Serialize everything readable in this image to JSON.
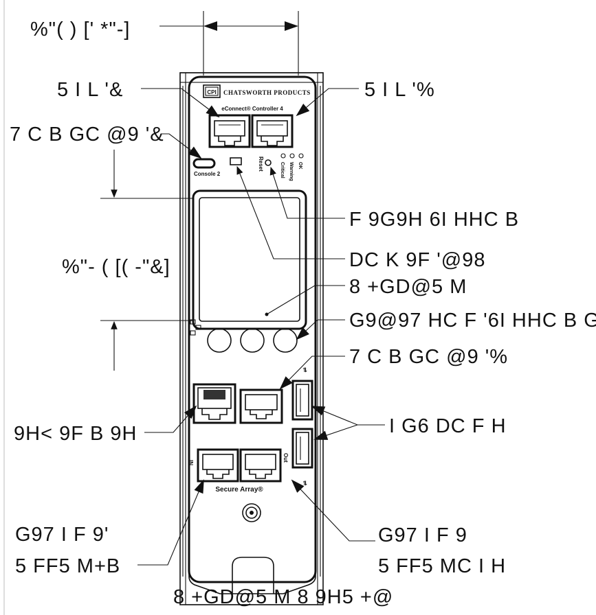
{
  "dimensions": {
    "top_width": "%\"( ) [' *\"-]",
    "display_height": "%\"- ( [( -\"&]"
  },
  "callouts": {
    "port1": "5 I L '&",
    "port2": "5 I L '%",
    "console1": "7 C B GC @9 '&",
    "reset_button": "F 9G9H 6I HHC B",
    "power_led": "DC K 9F '@98",
    "display": "8 +GD@5 M",
    "select_button": "G9@97 HC F '6I HHC B G",
    "console2": "7 C B GC @9 '%",
    "ethernet": "9H< 9F B 9H",
    "usb": "I G6 DC F H",
    "secure_array_in_line1": "G97 I F 9'",
    "secure_array_in_line2": "5 FF5 M+B",
    "secure_array_out_line1": "G97 I F 9",
    "secure_array_out_line2": "5 FF5 MC I H",
    "caption": "8 +GD@5 M 8 9H5 +@"
  },
  "device": {
    "brand": "CHATSWORTH PRODUCTS",
    "logo": "CPI",
    "model": "eConnect® Controller 4",
    "console2_label": "Console 2",
    "reset_label": "Reset",
    "led_labels": [
      "Critical",
      "Warning",
      "OK"
    ],
    "secure_array_label": "Secure Array®",
    "in_label": "IN",
    "out_label": "Out"
  },
  "icons": {
    "network": "network-icon",
    "usb": "usb-icon",
    "ground": "ground-screw-icon"
  }
}
